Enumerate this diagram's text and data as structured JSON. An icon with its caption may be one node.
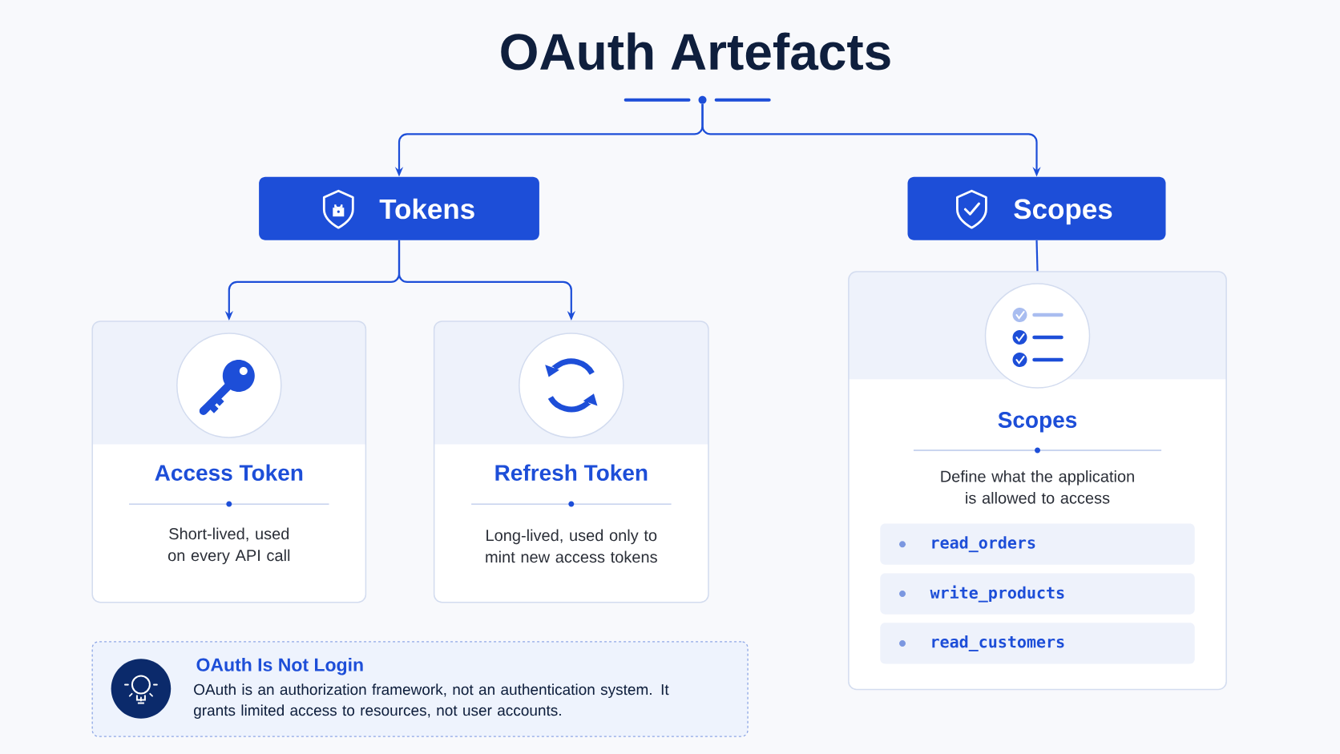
{
  "diagram": {
    "title": "OAuth Artefacts",
    "nodes": [
      {
        "text": [],
        "shape": "circle"
      },
      {
        "text": [
          "Tokens"
        ]
      },
      {
        "text": [
          "Scopes"
        ]
      },
      {
        "text": [
          "Access Token",
          "Short-lived, used on every API call"
        ]
      },
      {
        "text": [
          "Refresh Token",
          "Long-lived, used only to mint new access tokens"
        ]
      },
      {
        "text": [
          "Scopes",
          "Define what the application is allowed to access"
        ]
      },
      {
        "text": [
          "read_orders"
        ],
        "in": 5
      },
      {
        "text": [
          "write_products"
        ],
        "in": 5
      },
      {
        "text": [
          "read_customers"
        ],
        "in": 5
      },
      {
        "text": [
          "OAuth Is Not Login",
          "OAuth is an authorization framework, not an authentication system. It grants limited access to resources, not user accounts."
        ]
      }
    ],
    "edges": [
      {
        "from": 0,
        "to": 1,
        "arrow": "to"
      },
      {
        "from": 0,
        "to": 2,
        "arrow": "to"
      },
      {
        "from": 1,
        "to": 3,
        "arrow": "to"
      },
      {
        "from": 1,
        "to": 4,
        "arrow": "to"
      },
      {
        "from": 2,
        "to": 5,
        "arrow": "none"
      }
    ]
  }
}
